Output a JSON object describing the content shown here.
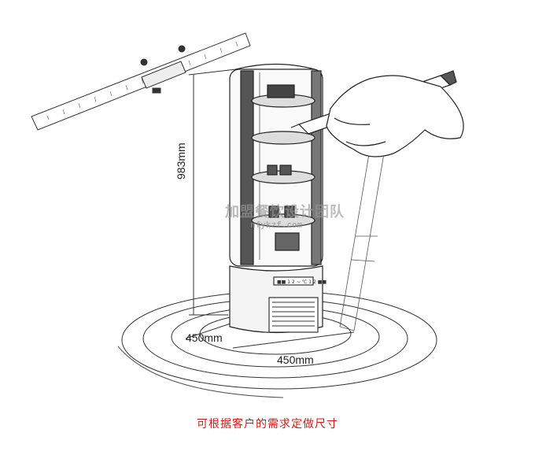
{
  "illustration": {
    "subject": "round-display-cabinet-sketch",
    "height_label": "983mm",
    "depth_label": "450mm",
    "width_label": "450mm",
    "watermark": "加盟餐饮设计团队",
    "watermark_sub": "nfykzf.com",
    "panel_label": "■■ 1 2 ~ ℃ 1 2 ■■"
  },
  "caption": "可根据客户的需求定做尺寸",
  "colors": {
    "caption": "#d21a1a",
    "line": "#333333"
  }
}
